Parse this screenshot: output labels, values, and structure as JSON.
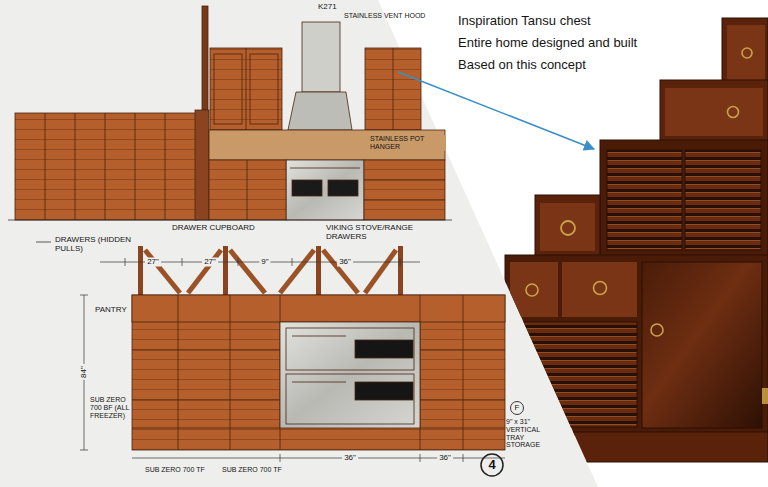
{
  "diagram": {
    "labels": [
      "K271",
      "STAINLESS VENT HOOD",
      "STAINLESS POT HANGER",
      "DRAWERS (HIDDEN PULLS)",
      "DRAWER CUPBOARD",
      "VIKING STOVE/RANGE DRAWERS",
      "27\"",
      "27\"",
      "9\"",
      "36\"",
      "PANTRY",
      "84\"",
      "SUB ZERO 700 BF (ALL FREEZER)",
      "SUB ZERO 700 TF",
      "SUB ZERO 700 TF",
      "36\"",
      "36\"",
      "F",
      "9\" x 31\" VERTICAL TRAY STORAGE",
      "4",
      "Inspiration Tansu chest",
      "Entire home designed and built",
      "Based on this concept"
    ]
  }
}
